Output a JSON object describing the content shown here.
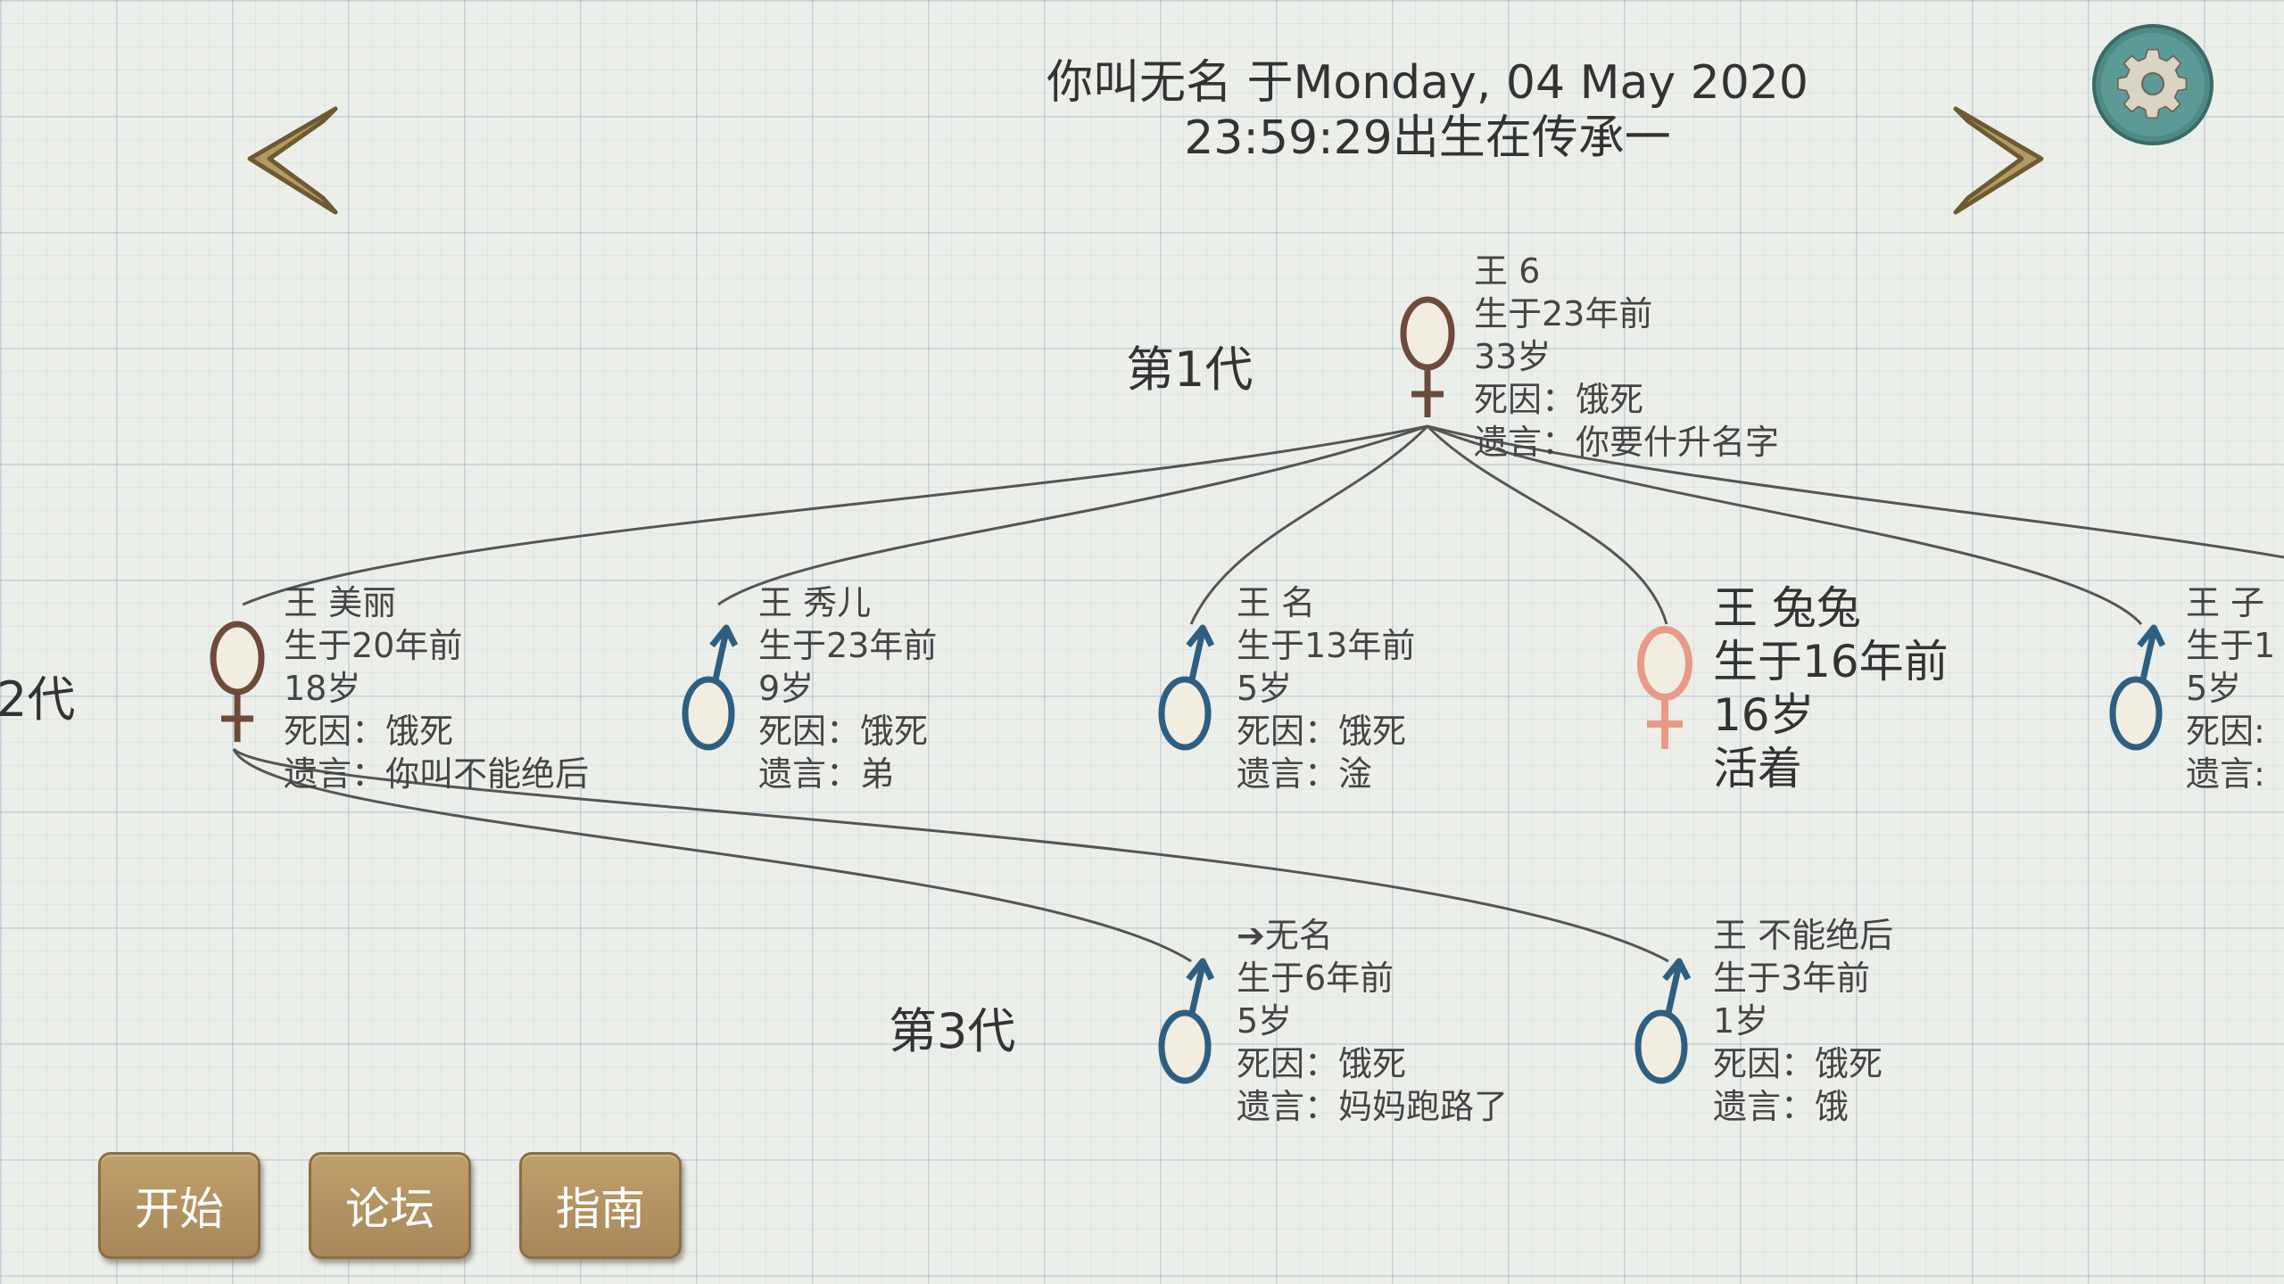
{
  "header": {
    "line1": "你叫无名 于Monday, 04 May 2020",
    "line2": "23:59:29出生在传承一"
  },
  "icons": {
    "prev": "chevron-left-icon",
    "next": "chevron-right-icon",
    "settings": "gear-icon"
  },
  "colors": {
    "male": "#2e5f80",
    "female_dead": "#6e4a3a",
    "female_alive": "#e89a86",
    "arrow": "#b49a62",
    "gear": "#4f8a86",
    "button": "#b0905f"
  },
  "generations": {
    "g1": "第1代",
    "g2": "2代",
    "g3": "第3代"
  },
  "people": {
    "wang6": {
      "name": "王 6",
      "born": "生于23年前",
      "age": "33岁",
      "cause": "死因：饿死",
      "words": "遗言：你要什升名字"
    },
    "meili": {
      "name": "王 美丽",
      "born": "生于20年前",
      "age": "18岁",
      "cause": "死因：饿死",
      "words": "遗言：你叫不能绝后"
    },
    "xiuer": {
      "name": "王 秀儿",
      "born": "生于23年前",
      "age": "9岁",
      "cause": "死因：饿死",
      "words": "遗言：弟"
    },
    "ming": {
      "name": "王 名",
      "born": "生于13年前",
      "age": "5岁",
      "cause": "死因：饿死",
      "words": "遗言：淦"
    },
    "tutu": {
      "name": "王 兔兔",
      "born": "生于16年前",
      "age": "16岁",
      "status": "活着"
    },
    "zi": {
      "name": "王 子",
      "born": "生于1",
      "age": "5岁",
      "cause": "死因:",
      "words": "遗言:"
    },
    "wuming": {
      "name": "➔无名",
      "born": "生于6年前",
      "age": "5岁",
      "cause": "死因：饿死",
      "words": "遗言：妈妈跑路了"
    },
    "bunengjuehou": {
      "name": "王 不能绝后",
      "born": "生于3年前",
      "age": "1岁",
      "cause": "死因：饿死",
      "words": "遗言：饿"
    }
  },
  "buttons": {
    "start": "开始",
    "forum": "论坛",
    "guide": "指南"
  }
}
